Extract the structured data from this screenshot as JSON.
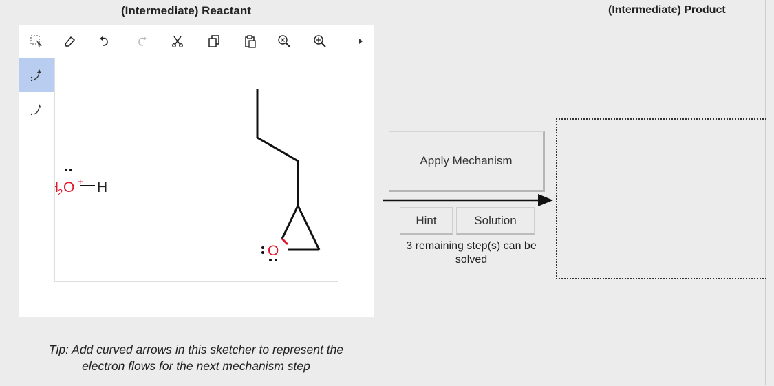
{
  "headings": {
    "reactant": "(Intermediate) Reactant",
    "product": "(Intermediate) Product"
  },
  "toolbar": {
    "tools": [
      "select-lasso-icon",
      "eraser-icon",
      "undo-icon",
      "redo-icon",
      "cut-icon",
      "copy-icon",
      "paste-icon",
      "zoom-out-icon",
      "zoom-in-icon",
      "more-arrow-icon"
    ]
  },
  "sidebar": {
    "tools": [
      "full-arrow-icon",
      "half-arrow-icon"
    ]
  },
  "molecules": {
    "hydronium": {
      "h2": "H",
      "sub": "2",
      "o": "O",
      "charge": "+",
      "h": "H"
    },
    "epoxide_o": "O"
  },
  "buttons": {
    "apply": "Apply Mechanism",
    "hint": "Hint",
    "solution": "Solution"
  },
  "status": {
    "line1": "3 remaining step(s) can be",
    "line2": "solved"
  },
  "tip": {
    "line1": "Tip: Add curved arrows in this sketcher to represent the",
    "line2": "electron flows for the next mechanism step"
  },
  "colors": {
    "oxygen_red": "#e0182b",
    "active_tool": "#b9cdf0"
  }
}
